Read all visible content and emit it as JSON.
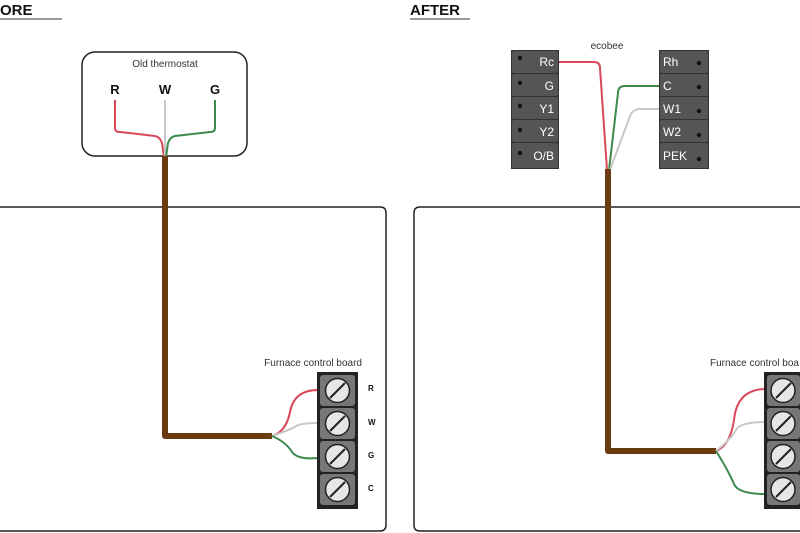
{
  "before": {
    "heading": "ORE",
    "thermostat_label": "Old thermostat",
    "thermostat_terminals": [
      "R",
      "W",
      "G"
    ],
    "board_label": "Furnace control board",
    "board_terminals": [
      "R",
      "W",
      "G",
      "C"
    ]
  },
  "after": {
    "heading": "AFTER",
    "ecobee_label": "ecobee",
    "ecobee_left_terminals": [
      "Rc",
      "G",
      "Y1",
      "Y2",
      "O/B"
    ],
    "ecobee_right_terminals": [
      "Rh",
      "C",
      "W1",
      "W2",
      "PEK"
    ],
    "board_label": "Furnace control boa"
  },
  "colors": {
    "cable": "#6b3a10",
    "wire_red": "#d9475a",
    "wire_white": "#c8c8c8",
    "wire_green": "#3c8a4c",
    "terminal_block": "#555555",
    "board_terminal": "#222222"
  },
  "icons": [
    "screw-terminal-icon",
    "terminal-dot-icon"
  ]
}
